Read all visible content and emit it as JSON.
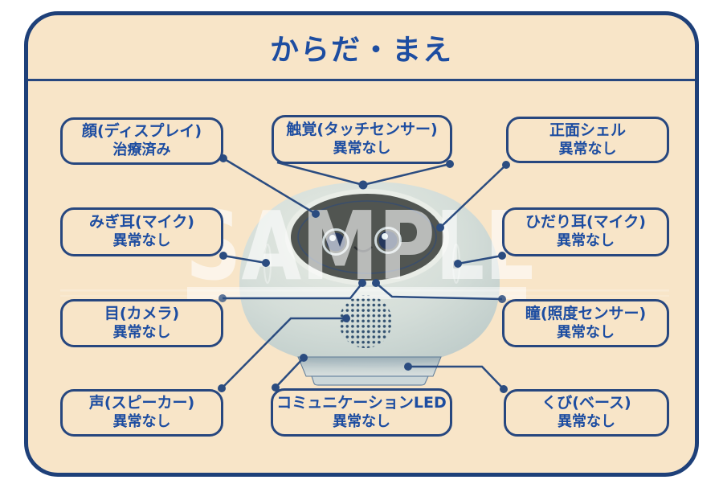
{
  "title": "からだ・まえ",
  "watermark": "SAMPLE",
  "colors": {
    "panel_bg": "#f8e5c8",
    "panel_border": "#1e4079",
    "text_blue": "#1d4da1",
    "box_border": "#27477f",
    "callout_line": "#2b4c80",
    "robot_body": "#d5ded9",
    "robot_face": "#515551"
  },
  "boxes": [
    {
      "id": "face-display",
      "label": "顔(ディスプレイ)",
      "status": "治療済み"
    },
    {
      "id": "right-ear-mic",
      "label": "みぎ耳(マイク)",
      "status": "異常なし"
    },
    {
      "id": "eye-camera",
      "label": "目(カメラ)",
      "status": "異常なし"
    },
    {
      "id": "voice-speaker",
      "label": "声(スピーカー)",
      "status": "異常なし"
    },
    {
      "id": "touch-sensor",
      "label": "触覚(タッチセンサー)",
      "status": "異常なし"
    },
    {
      "id": "communication-led",
      "label": "コミュニケーションLED",
      "status": "異常なし"
    },
    {
      "id": "front-shell",
      "label": "正面シェル",
      "status": "異常なし"
    },
    {
      "id": "left-ear-mic",
      "label": "ひだり耳(マイク)",
      "status": "異常なし"
    },
    {
      "id": "pupil-illuminance",
      "label": "瞳(照度センサー)",
      "status": "異常なし"
    },
    {
      "id": "neck-base",
      "label": "くび(ベース)",
      "status": "異常なし"
    }
  ]
}
